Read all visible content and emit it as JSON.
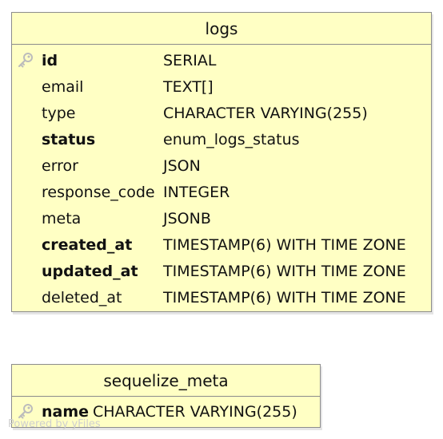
{
  "tables": [
    {
      "name": "logs",
      "columns": [
        {
          "name": "id",
          "type": "SERIAL",
          "bold": true,
          "primary_key": true
        },
        {
          "name": "email",
          "type": "TEXT[]",
          "bold": false,
          "primary_key": false
        },
        {
          "name": "type",
          "type": "CHARACTER VARYING(255)",
          "bold": false,
          "primary_key": false
        },
        {
          "name": "status",
          "type": "enum_logs_status",
          "bold": true,
          "primary_key": false
        },
        {
          "name": "error",
          "type": "JSON",
          "bold": false,
          "primary_key": false
        },
        {
          "name": "response_code",
          "type": "INTEGER",
          "bold": false,
          "primary_key": false
        },
        {
          "name": "meta",
          "type": "JSONB",
          "bold": false,
          "primary_key": false
        },
        {
          "name": "created_at",
          "type": "TIMESTAMP(6) WITH TIME ZONE",
          "bold": true,
          "primary_key": false
        },
        {
          "name": "updated_at",
          "type": "TIMESTAMP(6) WITH TIME ZONE",
          "bold": true,
          "primary_key": false
        },
        {
          "name": "deleted_at",
          "type": "TIMESTAMP(6) WITH TIME ZONE",
          "bold": false,
          "primary_key": false
        }
      ]
    },
    {
      "name": "sequelize_meta",
      "columns": [
        {
          "name": "name",
          "type": "CHARACTER VARYING(255)",
          "bold": true,
          "primary_key": true
        }
      ]
    }
  ],
  "watermark": "Powered by yFiles",
  "colors": {
    "entity_fill": "#ffffc4",
    "entity_border": "#8c8c8c",
    "text": "#111111"
  },
  "icons": {
    "primary_key": "key-icon"
  }
}
